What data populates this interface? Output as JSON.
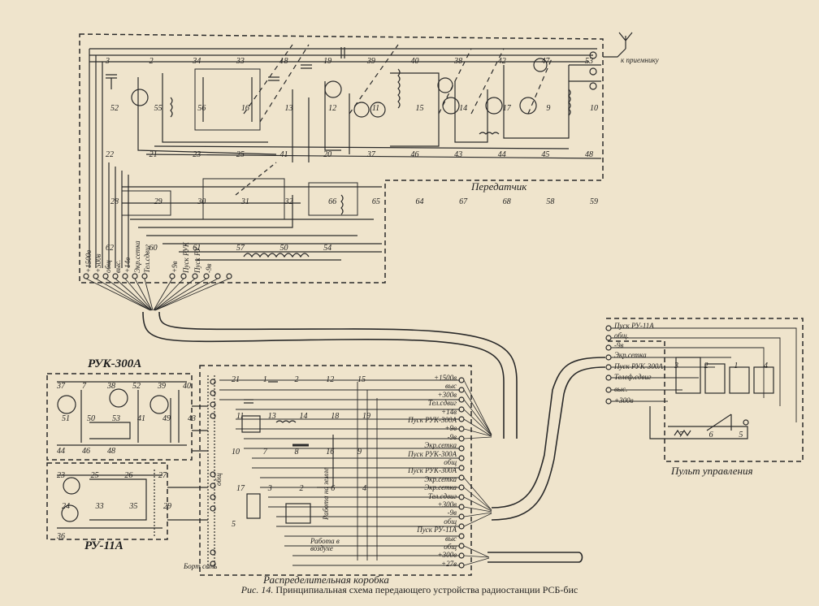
{
  "labels": {
    "receiver": "к приемнику",
    "transmitter": "Передатчик",
    "ruk300a": "РУК-300А",
    "ru11a": "РУ-11А",
    "control_panel": "Пульт управления",
    "distribution_box": "Распределительная коробка",
    "board_network": "Борт сеть",
    "air_work": "Работа в воздухе",
    "ground_work": "Работа на земле",
    "obsch": "общ"
  },
  "caption": {
    "prefix": "Рис. 14.",
    "text": "Принципиальная схема передающего устройства радиостанции РСБ-бис"
  },
  "transmitter_terminals": [
    "+1500в",
    "+500в",
    "общ",
    "выс.",
    "+14в",
    "Экр.сетка",
    "Тел.сдвиг",
    "+9в",
    "Пуск РУК",
    "Пуск РУ",
    "-9в"
  ],
  "box_terminals_right": [
    "+1500в",
    "выс",
    "+300в",
    "Тел.сдвиг",
    "+14в",
    "Пуск РУК-300А",
    "+9в",
    "-9в",
    "Экр.сетка",
    "Пуск РУК-300А",
    "общ",
    "Пуск РУК-300А",
    "Экр.сетка",
    "Экр.сетка",
    "Тел.сдвиг",
    "+300в",
    "-9в",
    "общ",
    "Пуск РУ-11А",
    "выс",
    "общ",
    "+300в",
    "+27в"
  ],
  "panel_terminals": [
    "Пуск РУ-11А",
    "общ.",
    "-9в",
    "Экр.сетка",
    "Пуск РУК-300А",
    "Телеф.сдвиг",
    "выс.",
    "+300в"
  ],
  "component_numbers": {
    "tx_top": [
      "3",
      "2",
      "34",
      "33",
      "18",
      "19",
      "39",
      "40",
      "38",
      "42",
      "47",
      "53",
      "52",
      "55",
      "56",
      "16",
      "13",
      "12",
      "11",
      "15",
      "14",
      "17",
      "9",
      "10",
      "22",
      "21",
      "23",
      "25",
      "41",
      "20",
      "37",
      "46",
      "43",
      "44",
      "45",
      "48",
      "28",
      "29",
      "30",
      "31",
      "32",
      "66",
      "65",
      "64",
      "67",
      "68",
      "58",
      "59",
      "62",
      "60",
      "61",
      "57",
      "50",
      "54"
    ],
    "ruk": [
      "37",
      "7",
      "38",
      "52",
      "39",
      "40",
      "51",
      "50",
      "53",
      "41",
      "49",
      "43",
      "44",
      "46",
      "48"
    ],
    "ru": [
      "23",
      "25",
      "26",
      "27",
      "24",
      "33",
      "35",
      "29",
      "36"
    ],
    "box": [
      "21",
      "1",
      "2",
      "12",
      "15",
      "11",
      "13",
      "14",
      "18",
      "19",
      "10",
      "7",
      "8",
      "16",
      "9",
      "17",
      "3",
      "2",
      "6",
      "4",
      "5"
    ],
    "panel": [
      "3",
      "2",
      "1",
      "4",
      "7",
      "6",
      "5"
    ]
  }
}
